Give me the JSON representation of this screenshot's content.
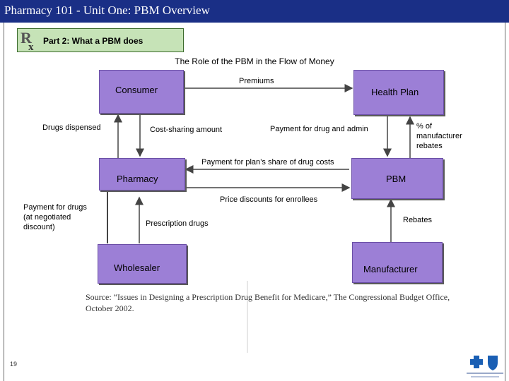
{
  "header": {
    "title": "Pharmacy 101 - Unit One: PBM Overview"
  },
  "banner": {
    "logo": "rx-icon",
    "label": "Part 2: What a PBM does"
  },
  "diagram": {
    "title": "The Role of the PBM in the Flow of Money",
    "nodes": {
      "consumer": "Consumer",
      "health_plan": "Health Plan",
      "pharmacy": "Pharmacy",
      "pbm": "PBM",
      "wholesaler": "Wholesaler",
      "manufacturer": "Manufacturer"
    },
    "flows": {
      "premiums": "Premiums",
      "drugs_dispensed": "Drugs dispensed",
      "cost_sharing": "Cost-sharing amount",
      "payment_drug_admin": "Payment for drug and admin",
      "pct_manufacturer": "% of\nmanufacturer\nrebates",
      "payment_plan_share": "Payment for plan’s share of drug costs",
      "price_discounts": "Price discounts for enrollees",
      "payment_negotiated": "Payment for drugs\n(at negotiated\ndiscount)",
      "prescription_drugs": "Prescription drugs",
      "rebates": "Rebates"
    },
    "source": "Source: “Issues in Designing a Prescription Drug Benefit for Medicare,” The Congressional Budget Office, October 2002."
  },
  "footer": {
    "page_number": "19"
  },
  "colors": {
    "header": "#1a2f86",
    "box_fill": "#9c7fd6",
    "banner_fill": "#c6e3b7"
  }
}
